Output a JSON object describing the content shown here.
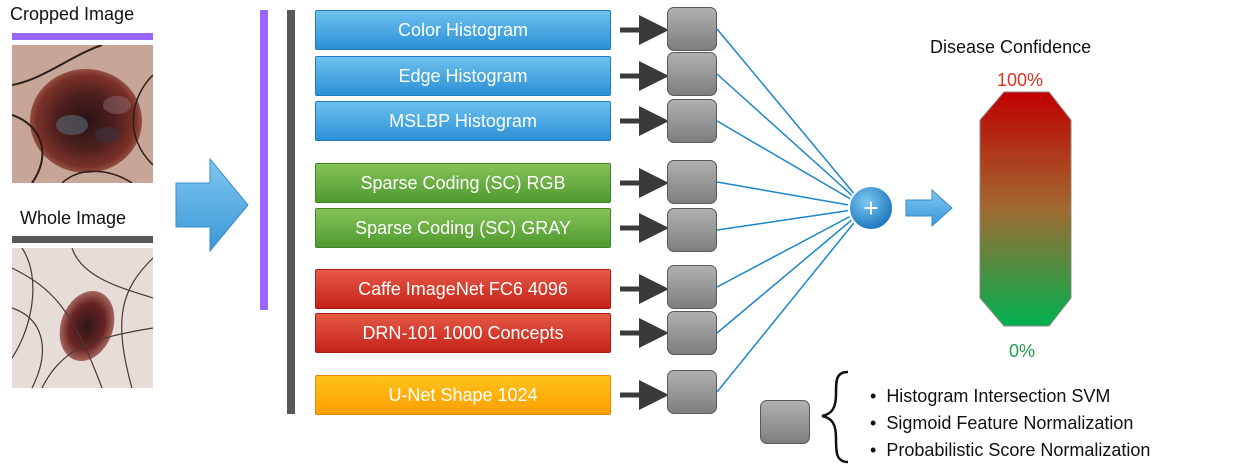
{
  "inputs": {
    "cropped_label": "Cropped Image",
    "whole_label": "Whole Image"
  },
  "features": [
    {
      "label": "Color Histogram",
      "color": "blue"
    },
    {
      "label": "Edge Histogram",
      "color": "blue"
    },
    {
      "label": "MSLBP Histogram",
      "color": "blue"
    },
    {
      "label": "Sparse Coding (SC) RGB",
      "color": "green"
    },
    {
      "label": "Sparse Coding (SC) GRAY",
      "color": "green"
    },
    {
      "label": "Caffe ImageNet FC6 4096",
      "color": "red"
    },
    {
      "label": "DRN-101 1000 Concepts",
      "color": "red"
    },
    {
      "label": "U-Net Shape 1024",
      "color": "orange"
    }
  ],
  "fusion": {
    "symbol": "+"
  },
  "confidence": {
    "title": "Disease Confidence",
    "top_label": "100%",
    "bottom_label": "0%",
    "top_color": "#c00000",
    "bottom_color": "#00b050"
  },
  "legend": {
    "items": [
      "Histogram Intersection SVM",
      "Sigmoid Feature  Normalization",
      "Probabilistic Score Normalization"
    ]
  },
  "colors": {
    "cropped_bar": "#9966ff",
    "whole_bar": "#595959",
    "arrow_blue": "#3fa0dc",
    "line_blue": "#1b86c7"
  }
}
